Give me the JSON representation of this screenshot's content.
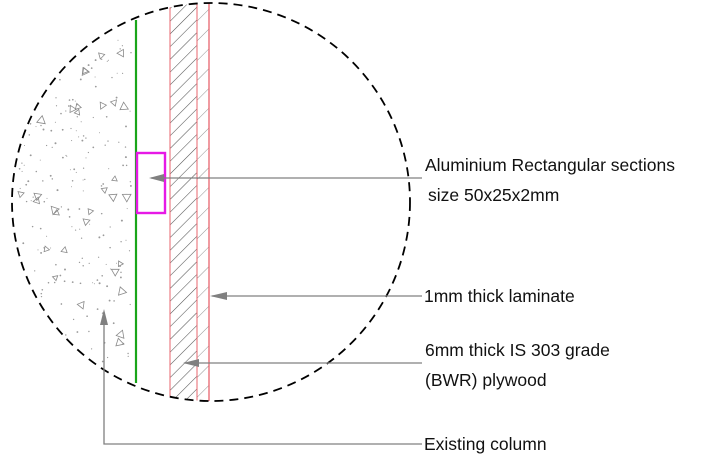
{
  "labels": {
    "aluminium_line1": "Aluminium Rectangular sections",
    "aluminium_line2": "size 50x25x2mm",
    "laminate": "1mm thick laminate",
    "plywood_line1": "6mm thick IS 303 grade",
    "plywood_line2": "(BWR) plywood",
    "column": "Existing column"
  },
  "colors": {
    "outline": "#000000",
    "membrane": "#1aa51a",
    "aluminium_section": "#e619e6",
    "laminate": "#e8646e",
    "hatch": "#555555",
    "leader": "#808080",
    "concrete_dots": "#9a9a9a"
  },
  "icons": {
    "detail_boundary": "dashed-circle",
    "leader_tip": "arrowhead"
  }
}
